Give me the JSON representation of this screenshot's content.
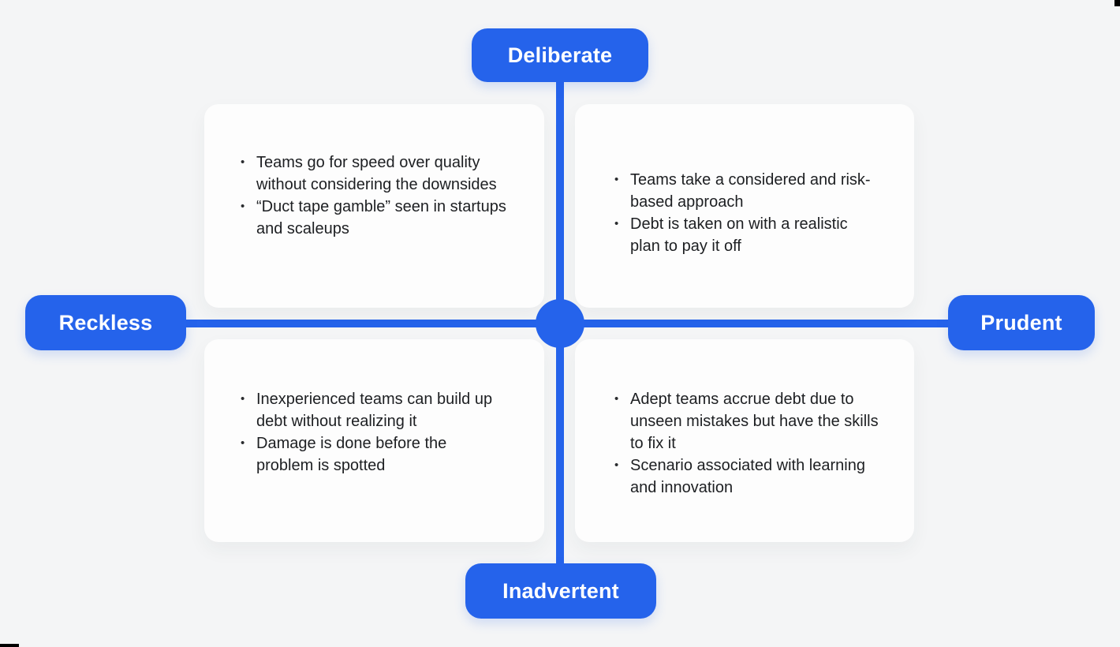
{
  "colors": {
    "accent_blue": "#2563eb",
    "background": "#f4f5f6",
    "card_background": "#fdfdfd",
    "body_text": "#1d1f22",
    "label_text": "#ffffff"
  },
  "axis_labels": {
    "top": "Deliberate",
    "bottom": "Inadvertent",
    "left": "Reckless",
    "right": "Prudent"
  },
  "quadrants": {
    "top_left": {
      "bullets": [
        "Teams go for speed over quality without considering the downsides",
        "“Duct tape gamble” seen in startups and scaleups"
      ]
    },
    "top_right": {
      "bullets": [
        "Teams take a considered and risk-based approach",
        "Debt is taken on with a realistic plan to pay it off"
      ]
    },
    "bottom_left": {
      "bullets": [
        "Inexperienced teams can build up debt without realizing it",
        "Damage is done before the problem is spotted"
      ]
    },
    "bottom_right": {
      "bullets": [
        "Adept teams accrue debt due to unseen mistakes but have the skills to fix it",
        "Scenario associated with learning and innovation"
      ]
    }
  }
}
